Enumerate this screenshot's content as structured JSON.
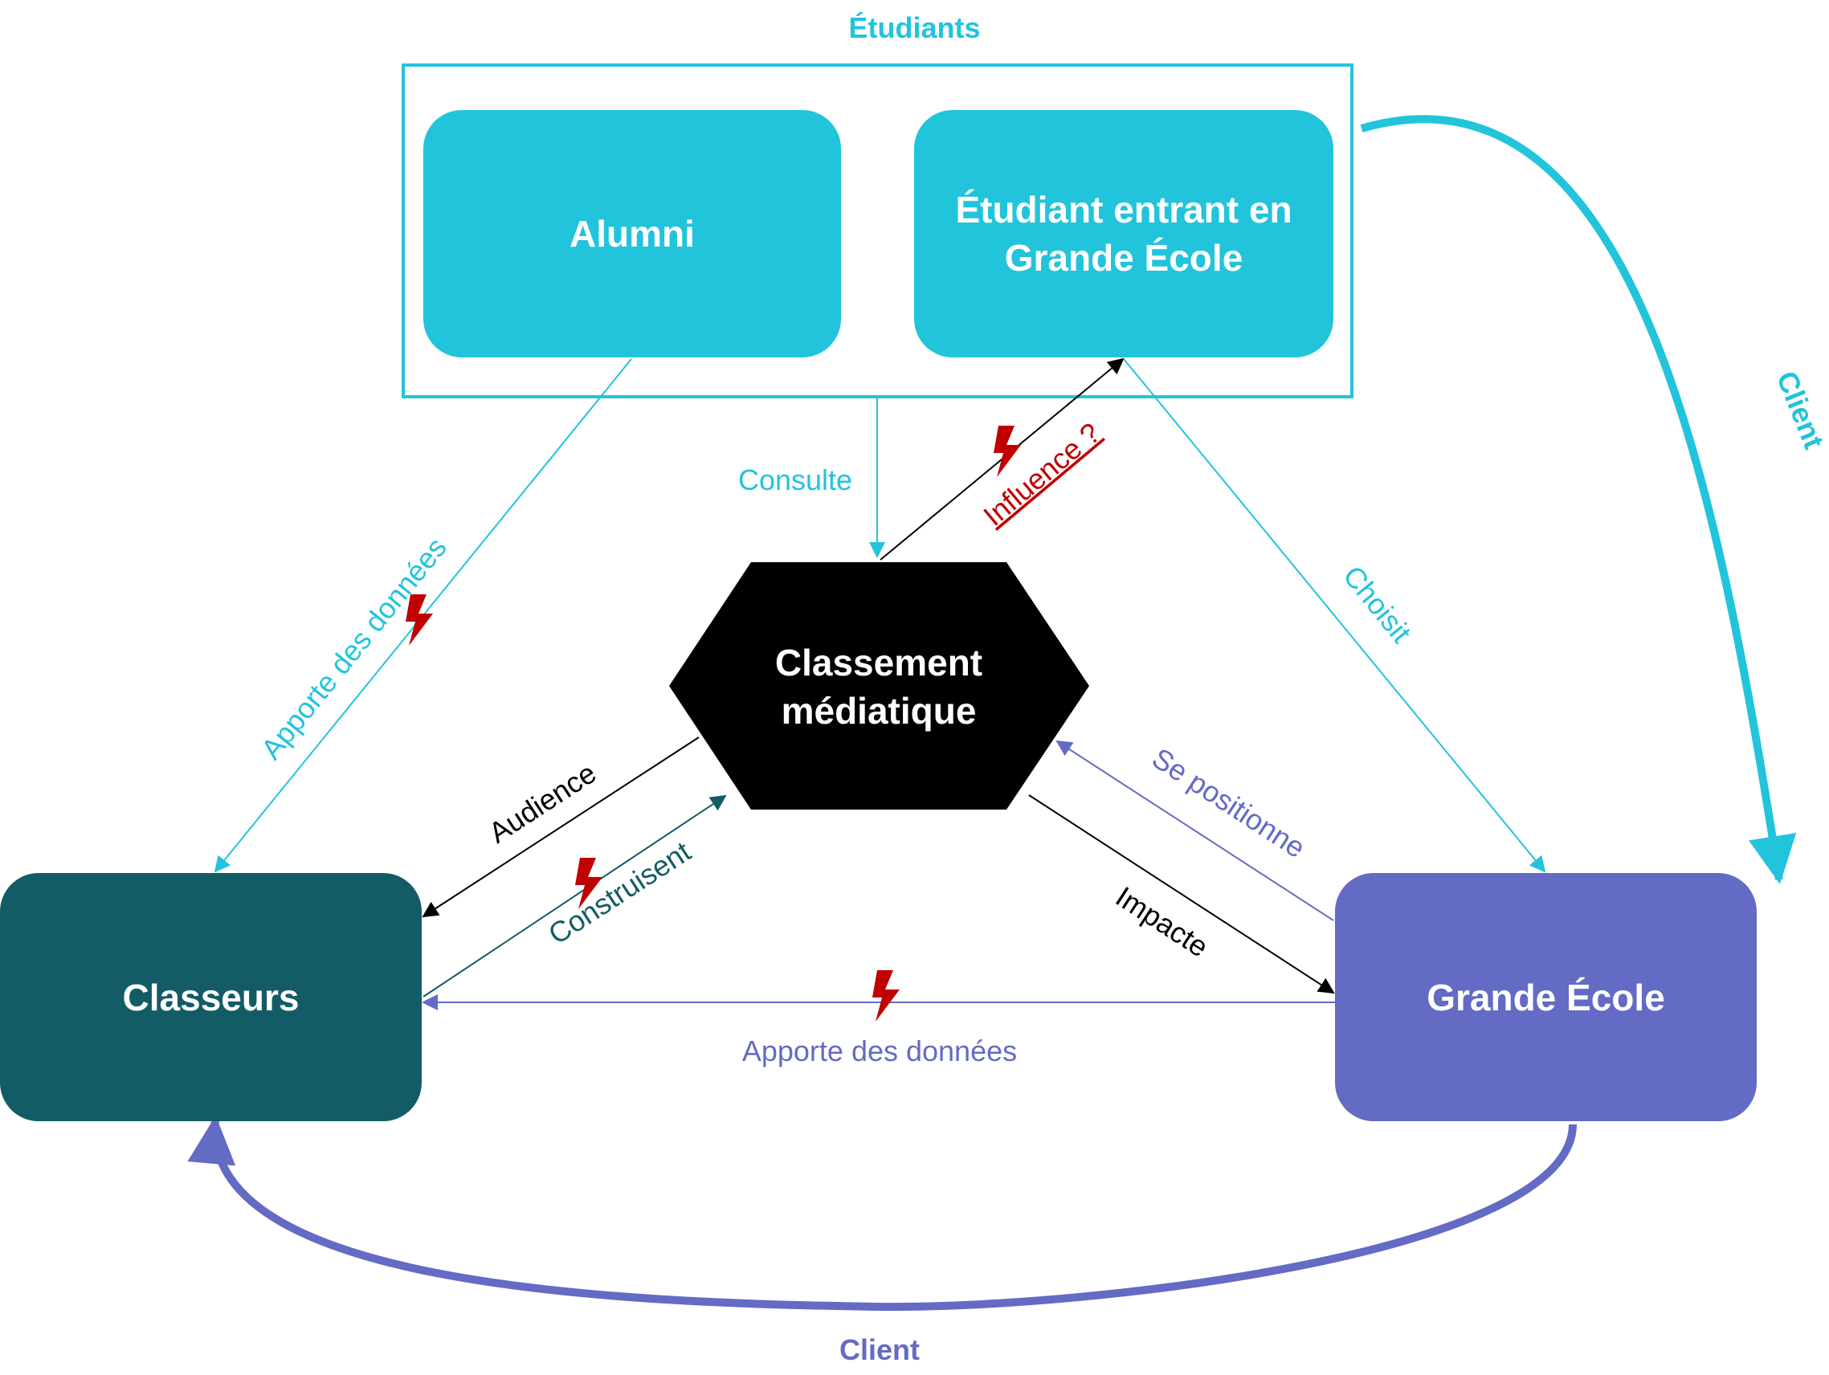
{
  "group": {
    "title": "Étudiants"
  },
  "nodes": {
    "alumni": "Alumni",
    "etudiant": "Étudiant entrant en Grande École",
    "classement": "Classement médiatique",
    "classeurs": "Classeurs",
    "grande_ecole": "Grande École"
  },
  "edges": {
    "consulte": "Consulte",
    "influence": "Influence ?",
    "apporte_alumni": "Apporte des données",
    "choisit": "Choisit",
    "audience": "Audience",
    "construisent": "Construisent",
    "se_positionne": "Se positionne",
    "impacte": "Impacte",
    "apporte_ge": "Apporte des données",
    "client_right": "Client",
    "client_bottom": "Client"
  },
  "colors": {
    "cyan": "#22c4dc",
    "teal": "#135c66",
    "purple": "#636bc4",
    "black": "#000000",
    "alert_red": "#c00000"
  },
  "icons": [
    "lightning-icon"
  ]
}
